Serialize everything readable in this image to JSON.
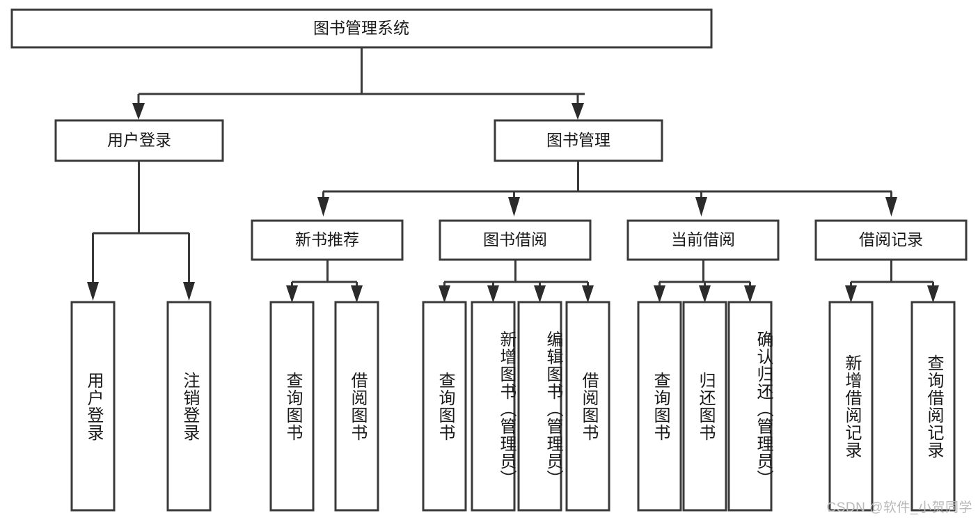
{
  "diagram": {
    "title": "图书管理系统",
    "type": "hierarchy-tree",
    "colors": {
      "box_stroke": "#3a3a3a",
      "box_fill": "#ffffff",
      "connector": "#3a3a3a",
      "text": "#1a1a1a",
      "watermark": "#b9b9b9",
      "background": "#ffffff"
    },
    "root": {
      "label": "图书管理系统"
    },
    "level2": [
      {
        "label": "用户登录"
      },
      {
        "label": "图书管理"
      }
    ],
    "level3": [
      {
        "label": "新书推荐"
      },
      {
        "label": "图书借阅"
      },
      {
        "label": "当前借阅"
      },
      {
        "label": "借阅记录"
      }
    ],
    "leaves": {
      "user_login": [
        {
          "label": "用户登录"
        },
        {
          "label": "注销登录"
        }
      ],
      "new_book_recommend": [
        {
          "label": "查询图书"
        },
        {
          "label": "借阅图书"
        }
      ],
      "book_borrow": [
        {
          "label": "查询图书"
        },
        {
          "label": "新增图书（管理员）"
        },
        {
          "label": "编辑图书（管理员）"
        },
        {
          "label": "借阅图书"
        }
      ],
      "current_borrow": [
        {
          "label": "查询图书"
        },
        {
          "label": "归还图书"
        },
        {
          "label": "确认归还（管理员）"
        }
      ],
      "borrow_record": [
        {
          "label": "新增借阅记录"
        },
        {
          "label": "查询借阅记录"
        }
      ]
    },
    "watermark": "CSDN @软件_小贺同学"
  }
}
